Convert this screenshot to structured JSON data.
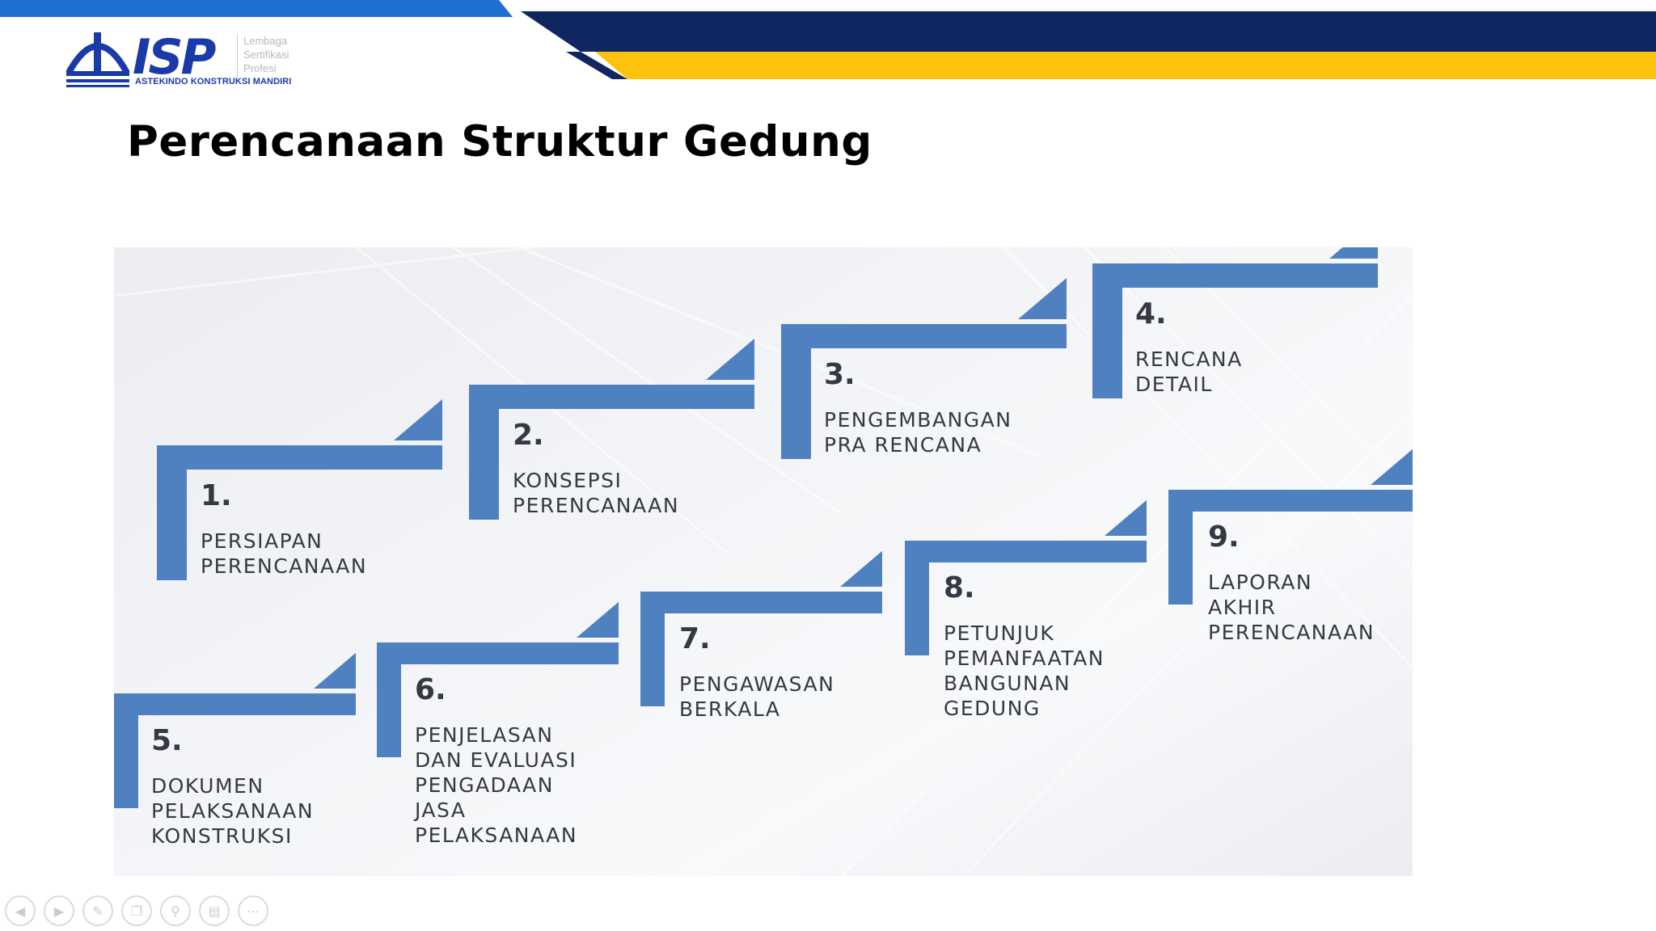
{
  "slide": {
    "title": "Perencanaan Struktur Gedung"
  },
  "logo": {
    "mark": "ISP",
    "lembaga": [
      "Lembaga",
      "Sertifikasi",
      "Profesi"
    ],
    "tagline": "ASTEKINDO KONSTRUKSI MANDIRI"
  },
  "colors": {
    "navy": "#0f2660",
    "header_blue": "#1f6fd1",
    "gold": "#fdc20e",
    "step_blue": "#4f81c1",
    "step_text": "#333a42",
    "logo_blue": "#1a3aa8"
  },
  "steps": [
    {
      "number": "1.",
      "label": "PERSIAPAN\nPERENCANAAN"
    },
    {
      "number": "2.",
      "label": "KONSEPSI\nPERENCANAAN"
    },
    {
      "number": "3.",
      "label": "PENGEMBANGAN\nPRA RENCANA"
    },
    {
      "number": "4.",
      "label": "RENCANA\nDETAIL"
    },
    {
      "number": "5.",
      "label": "DOKUMEN\nPELAKSANAAN\nKONSTRUKSI"
    },
    {
      "number": "6.",
      "label": "PENJELASAN\nDAN EVALUASI\nPENGADAAN\nJASA\nPELAKSANAAN"
    },
    {
      "number": "7.",
      "label": "PENGAWASAN\nBERKALA"
    },
    {
      "number": "8.",
      "label": "PETUNJUK\nPEMANFAATAN\nBANGUNAN\nGEDUNG"
    },
    {
      "number": "9.",
      "label": "LAPORAN\nAKHIR\nPERENCANAAN"
    }
  ],
  "controls": [
    {
      "icon": "arrow-left-icon"
    },
    {
      "icon": "arrow-right-icon"
    },
    {
      "icon": "pen-icon"
    },
    {
      "icon": "slides-icon"
    },
    {
      "icon": "zoom-icon"
    },
    {
      "icon": "subtitle-icon"
    },
    {
      "icon": "more-icon"
    }
  ]
}
